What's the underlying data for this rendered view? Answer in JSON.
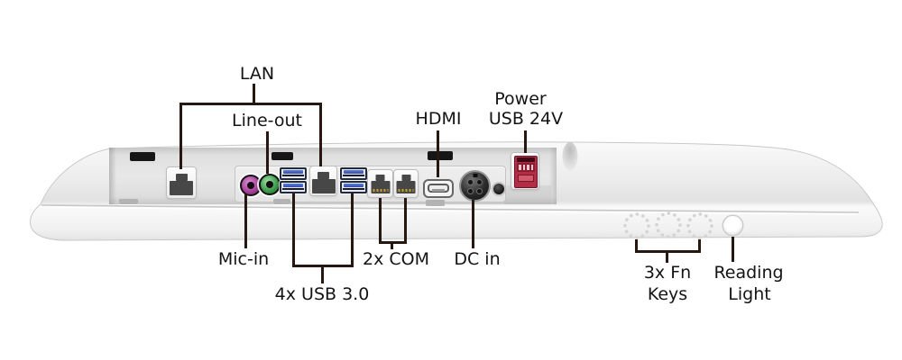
{
  "diagram": {
    "description": "Rear I/O connector diagram of a white panel PC shown from below-rear with labeled ports"
  },
  "callouts": {
    "lan": {
      "label": "LAN"
    },
    "line_out": {
      "label": "Line-out"
    },
    "hdmi": {
      "label": "HDMI"
    },
    "power_usb": {
      "line1": "Power",
      "line2": "USB 24V"
    },
    "mic_in": {
      "label": "Mic-in"
    },
    "usb3": {
      "label": "4x USB 3.0"
    },
    "com": {
      "label": "2x COM"
    },
    "dc_in": {
      "label": "DC in"
    },
    "fn_keys": {
      "line1": "3x Fn",
      "line2": "Keys"
    },
    "reading_light": {
      "line1": "Reading",
      "line2": "Light"
    }
  },
  "colors": {
    "label_text": "#141414",
    "callout_line": "#261710",
    "mic_magenta": "#a8439b",
    "line_out_green": "#3f9e4d",
    "usb_blue": "#2f4fae",
    "power_red": "#b22e47",
    "port_dark": "#474747",
    "com_pin_gold": "#c9a227"
  }
}
